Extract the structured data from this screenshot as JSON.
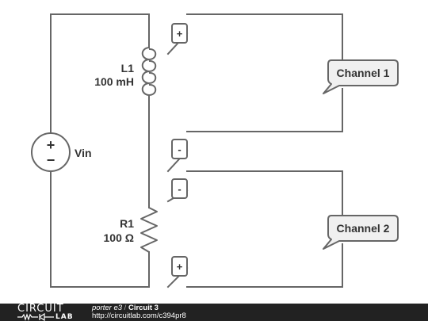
{
  "components": {
    "vin": {
      "label": "Vin",
      "plus": "+",
      "minus": "−"
    },
    "l1": {
      "name": "L1",
      "value": "100 mH"
    },
    "r1": {
      "name": "R1",
      "value": "100 Ω"
    }
  },
  "probes": {
    "p1": "+",
    "p2": "-",
    "p3": "-",
    "p4": "+"
  },
  "channels": {
    "ch1": "Channel 1",
    "ch2": "Channel 2"
  },
  "footer": {
    "logo_top": "CIRCUIT",
    "logo_bottom": "LAB",
    "author": "porter e3",
    "separator": " / ",
    "circuit_title": "Circuit 3",
    "url": "http://circuitlab.com/c394pr8"
  },
  "colors": {
    "wire": "#666666",
    "footer_bg": "#222222",
    "callout_fill": "#f0f0f0"
  }
}
